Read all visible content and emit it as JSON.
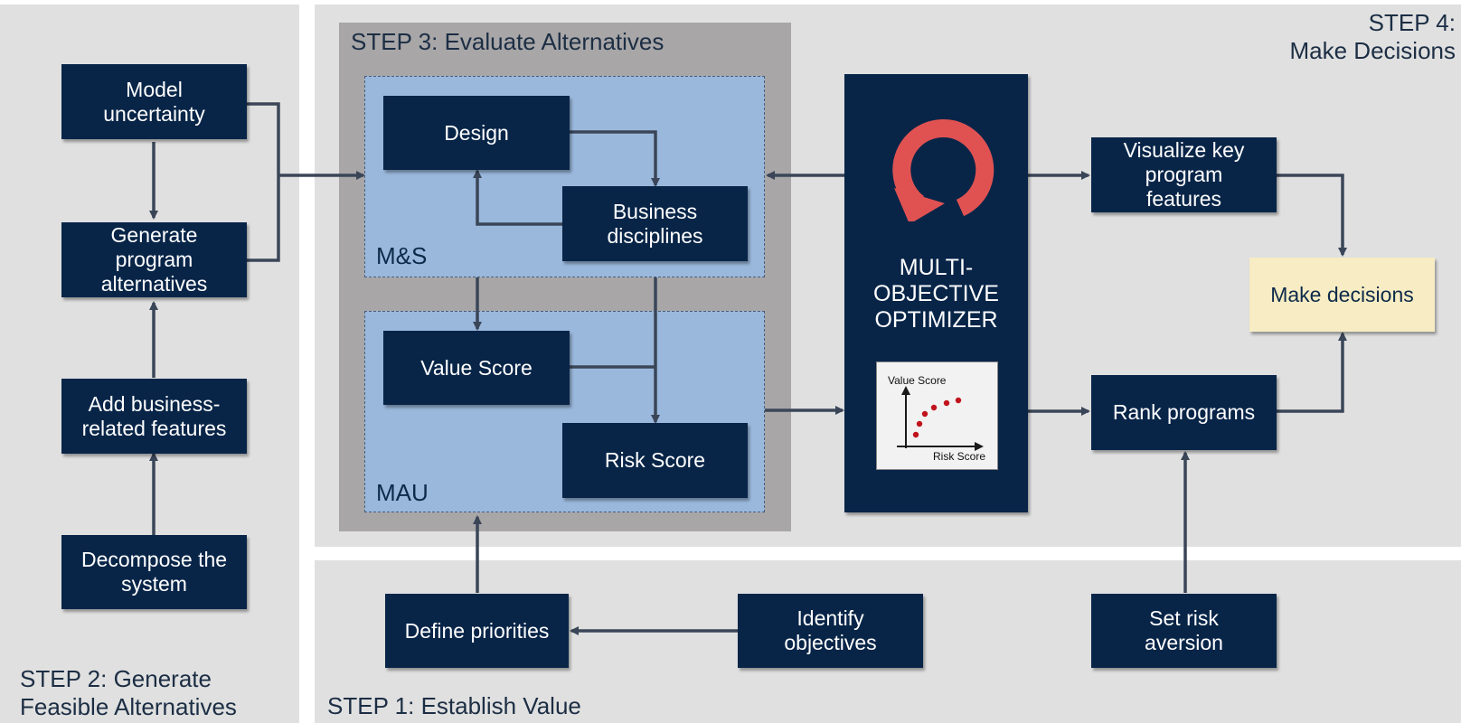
{
  "steps": {
    "step1": "STEP 1: Establish Value",
    "step2": "STEP 2: Generate\nFeasible Alternatives",
    "step3": "STEP 3: Evaluate Alternatives",
    "step4": "STEP 4:\nMake Decisions"
  },
  "step2_boxes": {
    "model_uncertainty": "Model\nuncertainty",
    "generate_alternatives": "Generate\nprogram\nalternatives",
    "add_features": "Add business-\nrelated features",
    "decompose": "Decompose the\nsystem"
  },
  "ms": {
    "label": "M&S",
    "design": "Design",
    "business": "Business\ndisciplines"
  },
  "mau": {
    "label": "MAU",
    "value_score": "Value Score",
    "risk_score": "Risk Score"
  },
  "optimizer": {
    "title": "MULTI-\nOBJECTIVE\nOPTIMIZER",
    "icon": "refresh-icon",
    "mini_ylabel": "Value Score",
    "mini_xlabel": "Risk Score"
  },
  "step4_boxes": {
    "visualize": "Visualize key\nprogram\nfeatures",
    "rank": "Rank programs",
    "decisions": "Make decisions"
  },
  "step1_boxes": {
    "priorities": "Define priorities",
    "objectives": "Identify\nobjectives",
    "risk_aversion": "Set risk\naversion"
  },
  "colors": {
    "box": "#082548",
    "decision_box": "#f7ecc3",
    "panel": "#e0e0e0",
    "ms_fill": "#9ab8dc",
    "arrow": "#3a4658",
    "icon": "#e05252"
  }
}
